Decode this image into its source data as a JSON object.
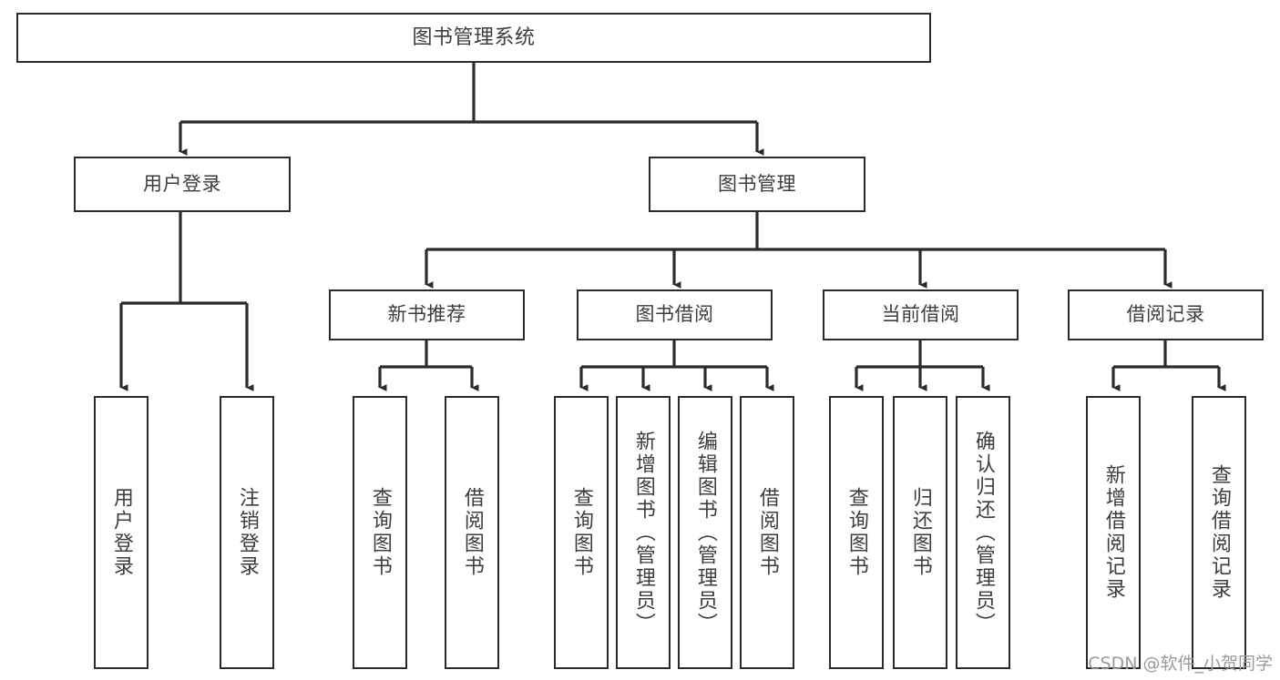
{
  "diagram": {
    "title": "图书管理系统",
    "type": "tree-hierarchy",
    "orientation": "top-down",
    "colors": {
      "box_border": "#2b2b2b",
      "box_fill": "#ffffff",
      "text": "#3d3d3d",
      "connector": "#2b2b2b",
      "watermark": "#9b9b9b",
      "background": "#ffffff"
    },
    "root": {
      "label": "图书管理系统"
    },
    "level2": [
      {
        "label": "用户登录"
      },
      {
        "label": "图书管理"
      }
    ],
    "level3": [
      {
        "label": "新书推荐"
      },
      {
        "label": "图书借阅"
      },
      {
        "label": "当前借阅"
      },
      {
        "label": "借阅记录"
      }
    ],
    "leaves": {
      "user_login": [
        {
          "label": "用户登录"
        },
        {
          "label": "注销登录"
        }
      ],
      "new_book_recommend": [
        {
          "label": "查询图书"
        },
        {
          "label": "借阅图书"
        }
      ],
      "book_borrow": [
        {
          "label": "查询图书"
        },
        {
          "label": "新增图书（管理员）"
        },
        {
          "label": "编辑图书（管理员）"
        },
        {
          "label": "借阅图书"
        }
      ],
      "current_borrow": [
        {
          "label": "查询图书"
        },
        {
          "label": "归还图书"
        },
        {
          "label": "确认归还（管理员）"
        }
      ],
      "borrow_record": [
        {
          "label": "新增借阅记录"
        },
        {
          "label": "查询借阅记录"
        }
      ]
    },
    "watermark": "CSDN @软件_小贺同学"
  }
}
